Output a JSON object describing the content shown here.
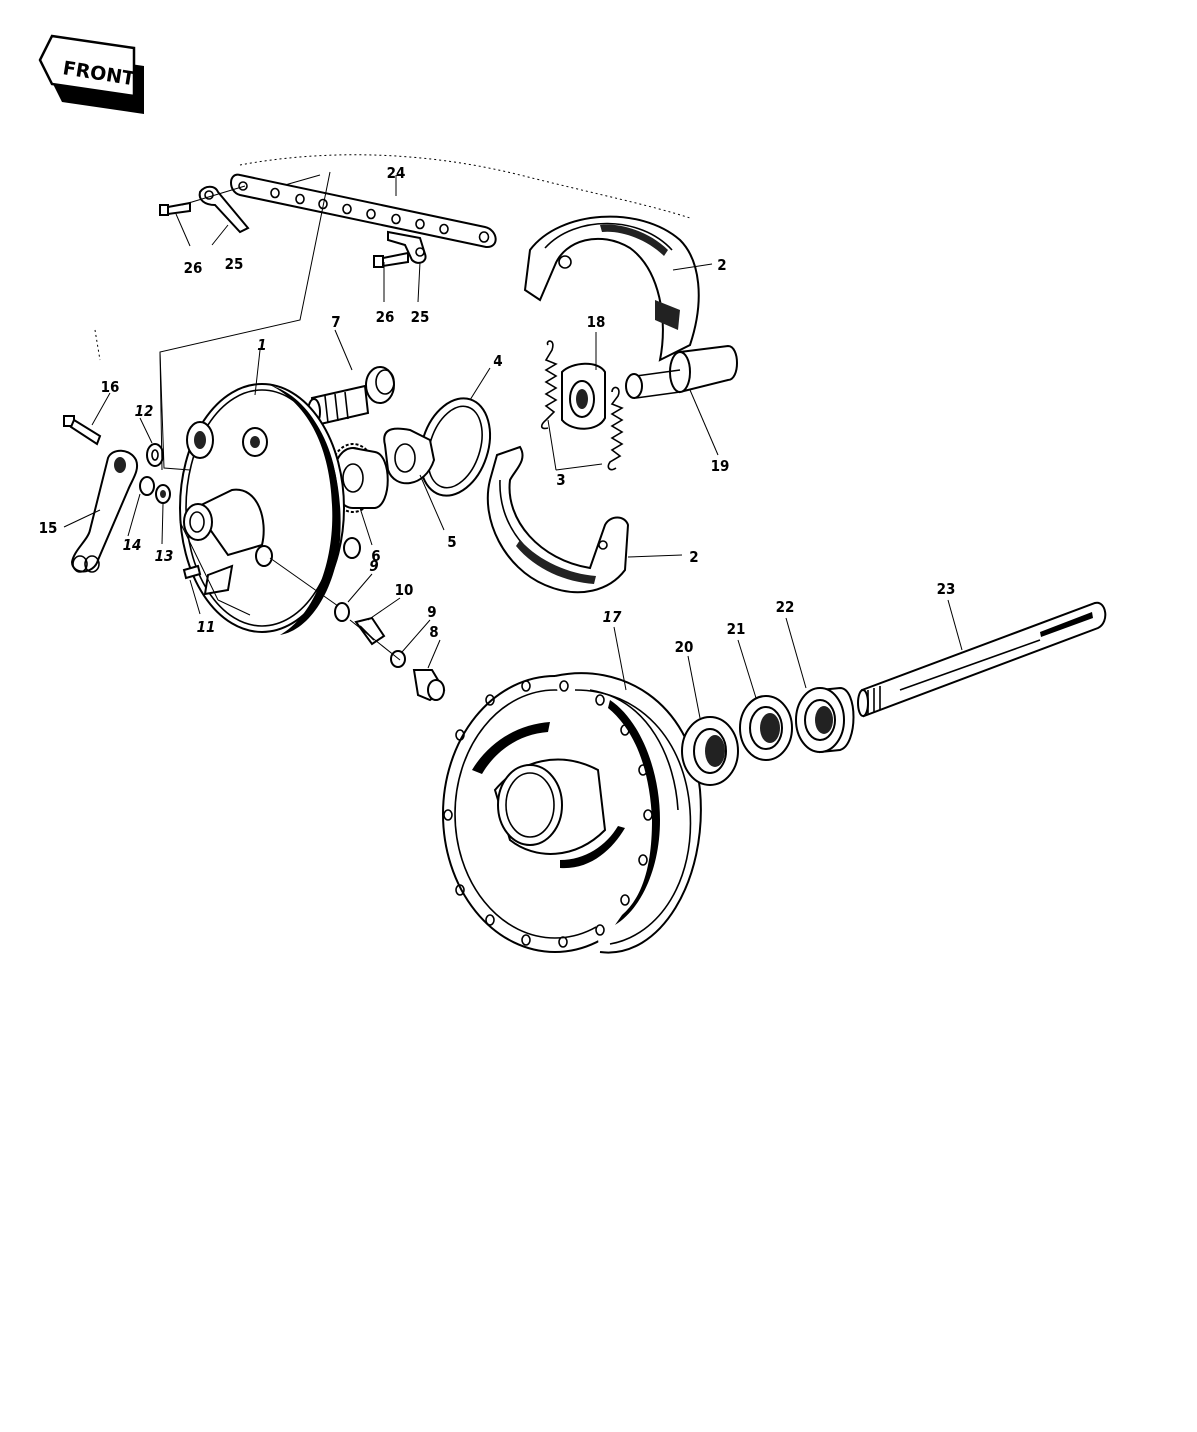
{
  "front_sign": {
    "text": "FRONT"
  },
  "parts": [
    {
      "id": "p1",
      "label": "1",
      "italic": true
    },
    {
      "id": "p2a",
      "label": "2",
      "italic": false
    },
    {
      "id": "p2b",
      "label": "2",
      "italic": false
    },
    {
      "id": "p3",
      "label": "3",
      "italic": false
    },
    {
      "id": "p4",
      "label": "4",
      "italic": false
    },
    {
      "id": "p5",
      "label": "5",
      "italic": false
    },
    {
      "id": "p6",
      "label": "6",
      "italic": false
    },
    {
      "id": "p7",
      "label": "7",
      "italic": false
    },
    {
      "id": "p8",
      "label": "8",
      "italic": false
    },
    {
      "id": "p9a",
      "label": "9",
      "italic": true
    },
    {
      "id": "p9b",
      "label": "9",
      "italic": false
    },
    {
      "id": "p10",
      "label": "10",
      "italic": false
    },
    {
      "id": "p11",
      "label": "11",
      "italic": true
    },
    {
      "id": "p12",
      "label": "12",
      "italic": true
    },
    {
      "id": "p13",
      "label": "13",
      "italic": true
    },
    {
      "id": "p14",
      "label": "14",
      "italic": true
    },
    {
      "id": "p15",
      "label": "15",
      "italic": false
    },
    {
      "id": "p16",
      "label": "16",
      "italic": false
    },
    {
      "id": "p17",
      "label": "17",
      "italic": true
    },
    {
      "id": "p18",
      "label": "18",
      "italic": false
    },
    {
      "id": "p19",
      "label": "19",
      "italic": false
    },
    {
      "id": "p20",
      "label": "20",
      "italic": false
    },
    {
      "id": "p21",
      "label": "21",
      "italic": false
    },
    {
      "id": "p22",
      "label": "22",
      "italic": false
    },
    {
      "id": "p23",
      "label": "23",
      "italic": false
    },
    {
      "id": "p24",
      "label": "24",
      "italic": false
    },
    {
      "id": "p25a",
      "label": "25",
      "italic": false
    },
    {
      "id": "p26a",
      "label": "26",
      "italic": false
    },
    {
      "id": "p26b",
      "label": "26",
      "italic": false
    },
    {
      "id": "p25b",
      "label": "25",
      "italic": false
    }
  ]
}
